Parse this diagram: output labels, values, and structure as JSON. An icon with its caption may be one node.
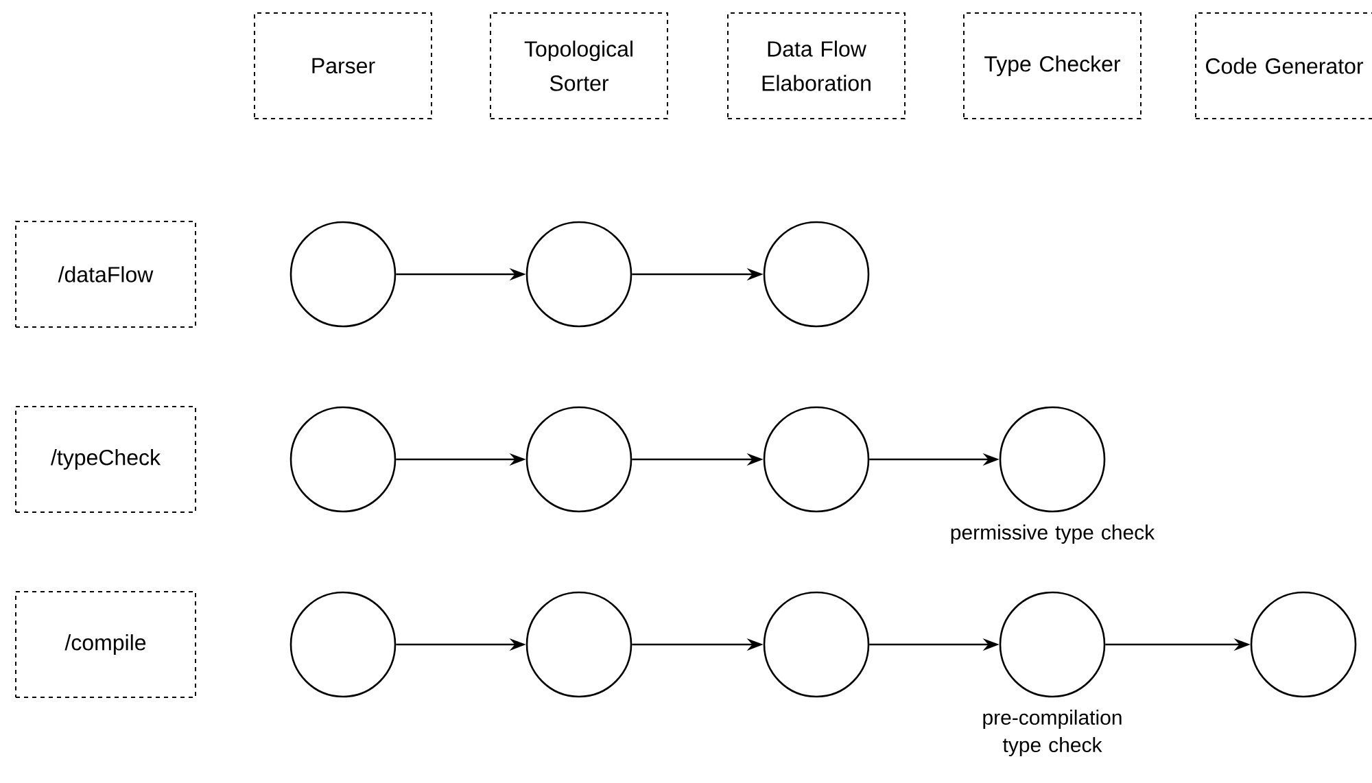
{
  "diagram": {
    "nodes": [
      {
        "text": [
          "Parser"
        ]
      },
      {
        "text": [
          "Topological Sorter"
        ]
      },
      {
        "text": [
          "Data Flow Elaboration"
        ]
      },
      {
        "text": [
          "Type Checker"
        ]
      },
      {
        "text": [
          "Code Generator"
        ]
      },
      {
        "text": [
          "/dataFlow"
        ]
      },
      {
        "text": [],
        "shape": "circle"
      },
      {
        "text": [],
        "shape": "circle"
      },
      {
        "text": [],
        "shape": "circle"
      },
      {
        "text": [
          "/typeCheck"
        ]
      },
      {
        "text": [],
        "shape": "circle"
      },
      {
        "text": [],
        "shape": "circle"
      },
      {
        "text": [],
        "shape": "circle"
      },
      {
        "text": [],
        "shape": "circle",
        "beside": [
          "permissive type check"
        ]
      },
      {
        "text": [
          "/compile"
        ]
      },
      {
        "text": [],
        "shape": "circle"
      },
      {
        "text": [],
        "shape": "circle"
      },
      {
        "text": [],
        "shape": "circle"
      },
      {
        "text": [],
        "shape": "circle",
        "beside": [
          "pre-compilation type check"
        ]
      },
      {
        "text": [],
        "shape": "circle"
      }
    ],
    "edges": [
      {
        "from": 6,
        "to": 7,
        "arrow": "to"
      },
      {
        "from": 7,
        "to": 8,
        "arrow": "to"
      },
      {
        "from": 10,
        "to": 11,
        "arrow": "to"
      },
      {
        "from": 11,
        "to": 12,
        "arrow": "to"
      },
      {
        "from": 12,
        "to": 13,
        "arrow": "to"
      },
      {
        "from": 15,
        "to": 16,
        "arrow": "to"
      },
      {
        "from": 16,
        "to": 17,
        "arrow": "to"
      },
      {
        "from": 17,
        "to": 18,
        "arrow": "to"
      },
      {
        "from": 18,
        "to": 19,
        "arrow": "to"
      }
    ]
  }
}
